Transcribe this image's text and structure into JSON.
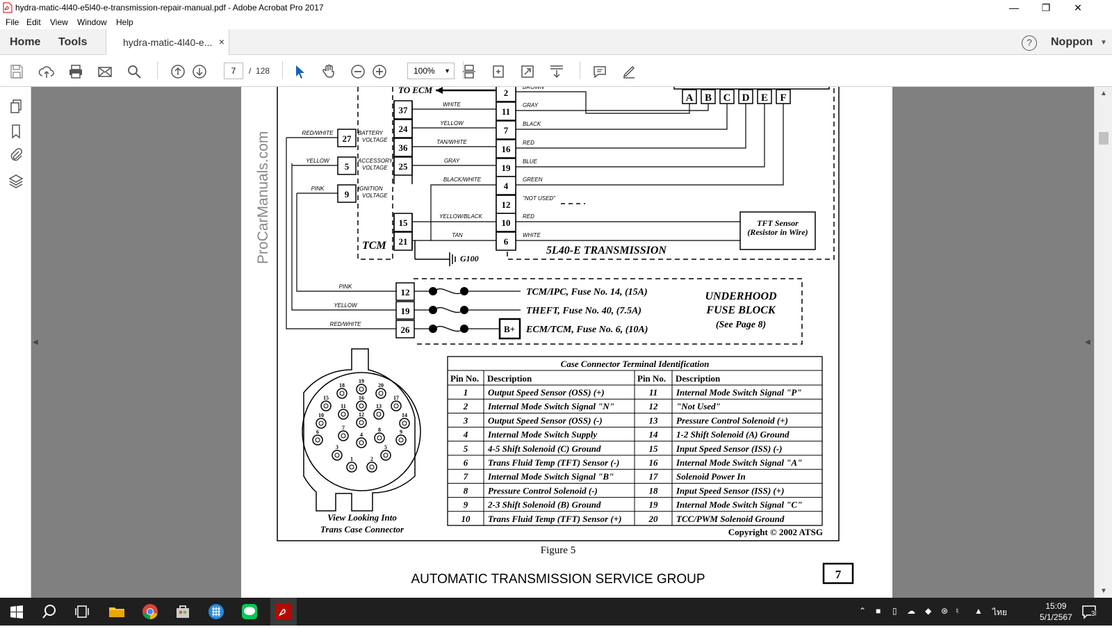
{
  "window": {
    "title": "hydra-matic-4l40-e5l40-e-transmission-repair-manual.pdf - Adobe Acrobat Pro 2017"
  },
  "menu": [
    "File",
    "Edit",
    "View",
    "Window",
    "Help"
  ],
  "nav": {
    "home": "Home",
    "tools": "Tools"
  },
  "tab": {
    "label": "hydra-matic-4l40-e...",
    "close": "×"
  },
  "user": {
    "name": "Noppon"
  },
  "toolbar": {
    "page_current": "7",
    "page_separator": "/",
    "page_total": "128",
    "zoom": "100%"
  },
  "doc": {
    "watermark": "ProCarManuals.com",
    "to_ecm": "TO ECM",
    "tcm": "TCM",
    "transmission": "5L40-E TRANSMISSION",
    "tft_sensor_1": "TFT Sensor",
    "tft_sensor_2": "(Resistor in Wire)",
    "g100": "G100",
    "connector_letters": [
      "A",
      "B",
      "C",
      "D",
      "E",
      "F"
    ],
    "tcm_pins_left": [
      "37",
      "24",
      "36",
      "25",
      "15",
      "21"
    ],
    "trans_pins": [
      "2",
      "11",
      "7",
      "16",
      "19",
      "4",
      "12",
      "10",
      "6"
    ],
    "left_wires_tcm": [
      "WHITE",
      "YELLOW",
      "TAN/WHITE",
      "GRAY",
      "BLACK/WHITE",
      "YELLOW/BLACK",
      "TAN"
    ],
    "right_wires": [
      "BROWN",
      "GRAY",
      "BLACK",
      "RED",
      "BLUE",
      "GREEN",
      "\"NOT USED\"",
      "RED",
      "WHITE"
    ],
    "power_pins": [
      "27",
      "5",
      "9"
    ],
    "power_wires": [
      "RED/WHITE",
      "YELLOW",
      "PINK"
    ],
    "power_labels": [
      [
        "BATTERY",
        "VOLTAGE"
      ],
      [
        "ACCESSORY",
        "VOLTAGE"
      ],
      [
        "IGNITION",
        "VOLTAGE"
      ]
    ],
    "fuse_pins": [
      "12",
      "19",
      "26"
    ],
    "fuse_wires": [
      "PINK",
      "YELLOW",
      "RED/WHITE"
    ],
    "fuses": [
      "TCM/IPC,  Fuse No. 14,  (15A)",
      "THEFT,  Fuse No. 40,  (7.5A)",
      "ECM/TCM,  Fuse No. 6,  (10A)"
    ],
    "bplus": "B+",
    "fuse_block": [
      "UNDERHOOD",
      "FUSE BLOCK",
      "(See Page 8)"
    ],
    "connector_caption": [
      "View Looking Into",
      "Trans Case Connector"
    ],
    "connector_pins": [
      "19",
      "18",
      "20",
      "15",
      "16",
      "17",
      "11",
      "13",
      "12",
      "10",
      "14",
      "6",
      "7",
      "8",
      "9",
      "4",
      "3",
      "5",
      "1",
      "2"
    ],
    "table": {
      "title": "Case Connector Terminal Identification",
      "headers": [
        "Pin No.",
        "Description",
        "Pin No.",
        "Description"
      ],
      "rows": [
        [
          "1",
          "Output Speed Sensor (OSS) (+)",
          "11",
          "Internal Mode Switch Signal \"P\""
        ],
        [
          "2",
          "Internal Mode Switch Signal \"N\"",
          "12",
          "\"Not Used\""
        ],
        [
          "3",
          "Output Speed Sensor (OSS) (-)",
          "13",
          "Pressure Control Solenoid (+)"
        ],
        [
          "4",
          "Internal Mode Switch Supply",
          "14",
          "1-2 Shift Solenoid (A) Ground"
        ],
        [
          "5",
          "4-5 Shift Solenoid (C) Ground",
          "15",
          "Input Speed Sensor (ISS) (-)"
        ],
        [
          "6",
          "Trans Fluid Temp (TFT) Sensor (-)",
          "16",
          "Internal Mode Switch Signal \"A\""
        ],
        [
          "7",
          "Internal Mode Switch Signal \"B\"",
          "17",
          "Solenoid Power In"
        ],
        [
          "8",
          "Pressure Control Solenoid (-)",
          "18",
          "Input Speed Sensor (ISS) (+)"
        ],
        [
          "9",
          "2-3 Shift Solenoid (B) Ground",
          "19",
          "Internal Mode Switch Signal \"C\""
        ],
        [
          "10",
          "Trans Fluid Temp (TFT) Sensor (+)",
          "20",
          "TCC/PWM Solenoid  Ground"
        ]
      ]
    },
    "copyright": "Copyright © 2002 ATSG",
    "figure": "Figure 5",
    "footer": "AUTOMATIC TRANSMISSION SERVICE GROUP",
    "page_number": "7"
  },
  "taskbar": {
    "time": "15:09",
    "date": "5/1/2567",
    "lang": "ไทย",
    "notif": "3"
  }
}
